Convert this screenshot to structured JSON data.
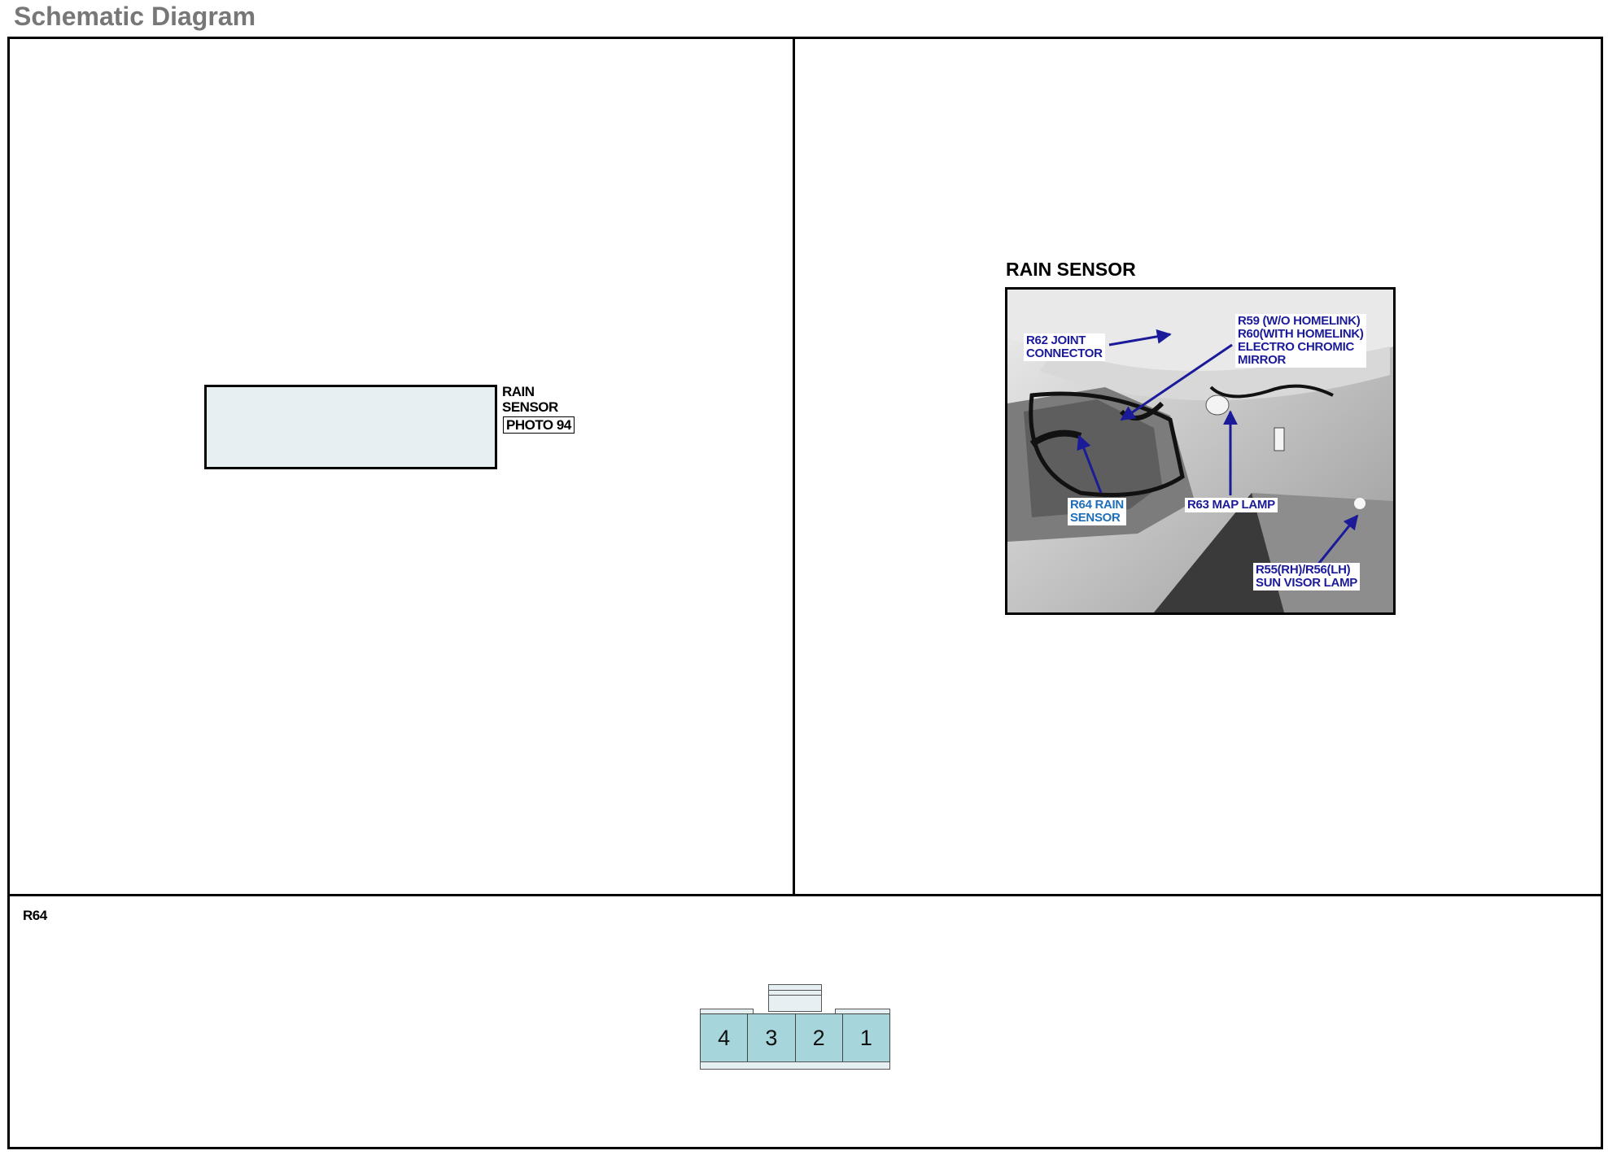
{
  "page_title": "Schematic Diagram",
  "schematic": {
    "component_label": "RAIN\nSENSOR",
    "photo_ref": "PHOTO 94"
  },
  "photo": {
    "heading": "RAIN SENSOR",
    "callouts": {
      "joint_connector": "R62 JOINT\nCONNECTOR",
      "mirror": "R59 (W/O HOMELINK)\nR60(WITH HOMELINK)\nELECTRO CHROMIC\nMIRROR",
      "rain_sensor": "R64 RAIN\nSENSOR",
      "map_lamp": "R63 MAP LAMP",
      "sun_visor": "R55(RH)/R56(LH)\nSUN VISOR LAMP"
    }
  },
  "connector": {
    "id": "R64",
    "pins": [
      "4",
      "3",
      "2",
      "1"
    ],
    "body_color": "#a6d6dc"
  },
  "colors": {
    "title": "#777777",
    "callout_text": "#1b1b9a",
    "callout_text_alt": "#1f6fb8",
    "component_fill": "#e6eff2"
  }
}
